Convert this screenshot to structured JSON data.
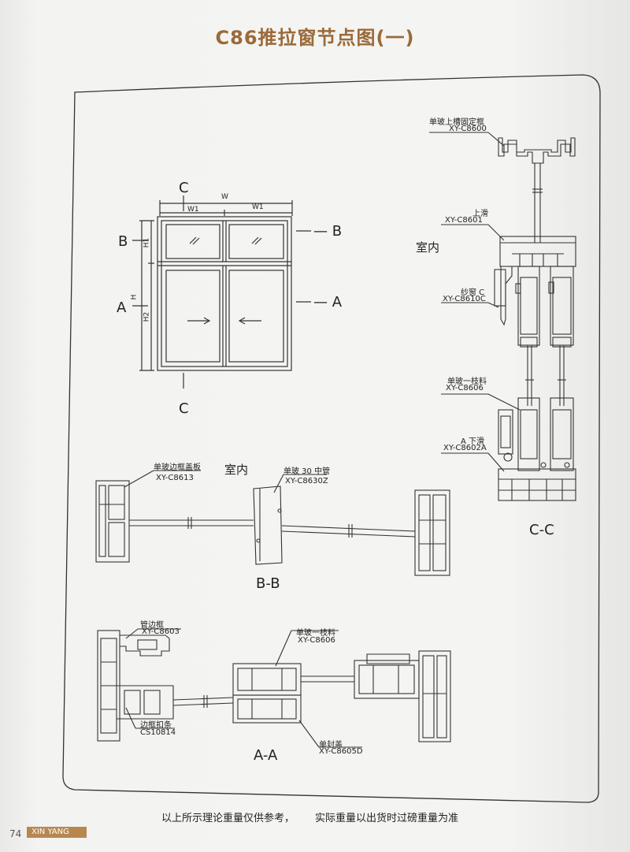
{
  "title": "C86推拉窗节点图(一)",
  "elevation": {
    "sections": {
      "c_top": "C",
      "c_bottom": "C",
      "b_left": "B",
      "b_right": "— B",
      "a_left": "A",
      "a_right": "— A"
    },
    "dims": {
      "w": "W",
      "w1a": "W1",
      "w1b": "W1",
      "h": "H",
      "h1": "H1",
      "h2": "H2"
    }
  },
  "interior_label": "室内",
  "cc": {
    "caption": "C-C",
    "parts": [
      {
        "name": "单玻上槽固定框",
        "code": "XY-C8600"
      },
      {
        "name": "上滑",
        "code": "XY-C8601"
      },
      {
        "name": "纱窗 C",
        "code": "XY-C8610C"
      },
      {
        "name": "单玻一枝料",
        "code": "XY-C8606"
      },
      {
        "name": "A 下滑",
        "code": "XY-C8602A"
      }
    ]
  },
  "bb": {
    "caption": "B-B",
    "parts": [
      {
        "name": "单玻边框盖板",
        "code": "XY-C8613"
      },
      {
        "name": "单玻 30 中管",
        "code": "XY-C8630Z"
      }
    ]
  },
  "aa": {
    "caption": "A-A",
    "parts": [
      {
        "name": "管边框",
        "code": "XY-C8603"
      },
      {
        "name": "单玻一枝料",
        "code": "XY-C8606"
      },
      {
        "name": "边框扣条",
        "code": "CS10814"
      },
      {
        "name": "单封盖",
        "code": "XY-C8605D"
      }
    ]
  },
  "footer": {
    "note_line1": "以上所示理论重量仅供参考，",
    "note_line2": "实际重量以出货时过磅重量为准",
    "page_number": "74",
    "brand": "XIN YANG"
  }
}
